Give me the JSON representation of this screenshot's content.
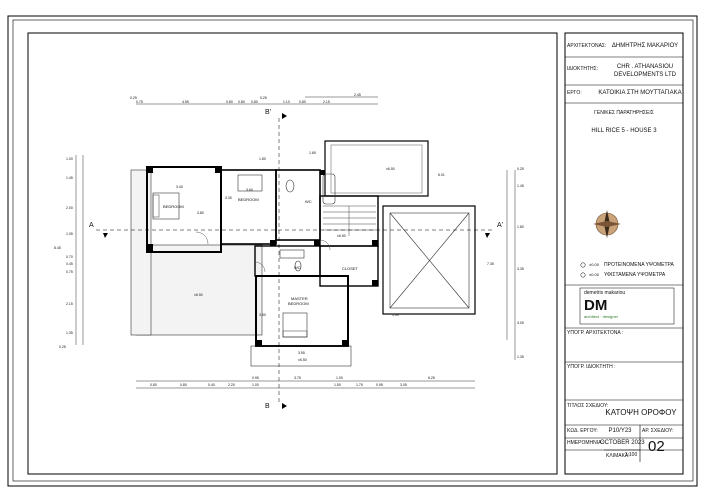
{
  "title_block": {
    "architect_label": "ΑΡΧΙΤΕΚΤΟΝΑΣ:",
    "architect": "ΔΗΜΗΤΡΗΣ ΜΑΚΑΡΙΟΥ",
    "owner_label": "ΙΔΙΟΚΤΗΤΗΣ:",
    "owner_line1": "CHR . ATHANASIOU",
    "owner_line2": "DEVELOPMENTS LTD",
    "project_label": "ΕΡΓΟ:",
    "project": "ΚΑΤΟΙΚΙΑ ΣΤΗ ΜΟΥΤΤΑΓΙΑΚΑ",
    "general_notes": "ΓΕΝΙΚΕΣ ΠΑΡΑΤΗΡΗΣΕΙΣ",
    "house_name": "HILL RICE 5 - HOUSE 3",
    "legend_proposed": "ΠΡΟΤΕΙΝΟΜΕΝΑ ΥΨΟΜΕΤΡΑ",
    "legend_existing": "ΥΦΙΣΤΑΜΕΝΑ ΥΨΟΜΕΤΡΑ",
    "legend_level_1": "±0.00",
    "legend_level_2": "±0.00",
    "logo_company": "demetris makariou",
    "logo_mark": "DM",
    "logo_sub": "architect · designer",
    "signature_architect_label": "ΥΠΟΓΡ. ΑΡΧΙΤΕΚΤΟΝΑ :",
    "signature_owner_label": "ΥΠΟΓΡ. ΙΔΙΟΚΤΗΤΗ :",
    "drawing_title_label": "ΤΙΤΛΟΣ ΣΧΕΔΙΟΥ:",
    "drawing_title": "ΚΑΤΟΨΗ ΟΡΟΦΟΥ",
    "project_code_label": "ΚΩΔ. ΕΡΓΟΥ:",
    "project_code": "P10/Y23",
    "drawing_no_label": "ΑΡ. ΣΧΕΔΙΟΥ:",
    "drawing_no": "02",
    "date_label": "ΗΜΕΡΟΜΗΝΙΑ:",
    "date": "OCTOBER  2023",
    "scale_label": "ΚΛΙΜΑΚΑ:",
    "scale": "1:100"
  },
  "plan": {
    "rooms": {
      "bedroom_1": "BEDROOM",
      "bedroom_2": "BEDROOM",
      "master_bedroom_1": "MASTER",
      "master_bedroom_2": "BEDROOM",
      "closet": "CLOSET",
      "wc_1": "WC",
      "wc_2": "WC"
    },
    "section_marks": {
      "a_left": "A",
      "a_right": "A'",
      "b_top": "B'",
      "b_bottom": "B"
    },
    "levels": {
      "balcony": "±6.50",
      "top_room": "±6.50",
      "stair": "±6.50",
      "ensuite": "±6.50"
    },
    "dims_top": [
      "0.25",
      "0.75",
      "4.55",
      "0.80",
      "0.80",
      "0.80",
      "0.25",
      "1.10",
      "0.80",
      "2.15",
      "2.45"
    ],
    "dims_bottom": [
      "0.80",
      "0.80",
      "0.40",
      "2.20",
      "1.00",
      "0.95",
      "3.75",
      "1.00",
      "1.50",
      "1.75",
      "0.95",
      "3.05",
      "6.25"
    ],
    "dims_left": [
      "1.00",
      "1.45",
      "2.00",
      "1.05",
      "0.70",
      "0.45",
      "0.75",
      "2.15",
      "1.35",
      "8.45",
      "0.25"
    ],
    "dims_right": [
      "0.25",
      "1.45",
      "1.80",
      "3.35",
      "3.05",
      "1.35",
      "7.35"
    ],
    "dims_inner": [
      "3.40",
      "3.80",
      "3.30",
      "3.60",
      "1.65",
      "1.80",
      "6.01",
      "3.50",
      "3.55",
      "1.00"
    ]
  }
}
